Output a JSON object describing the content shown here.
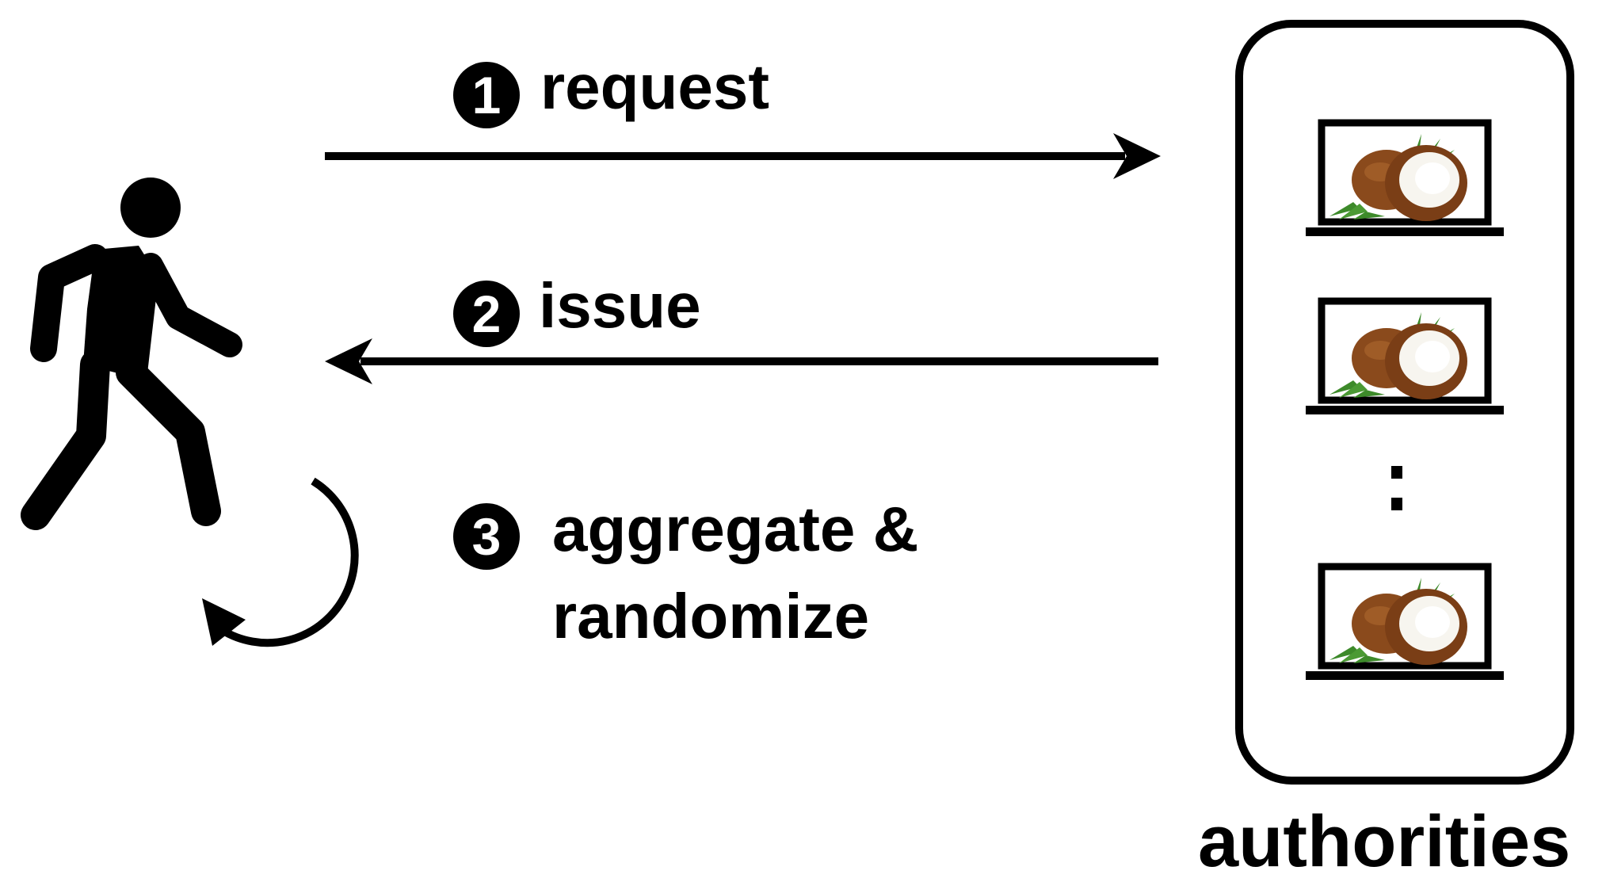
{
  "steps": [
    {
      "number": "1",
      "label": "request"
    },
    {
      "number": "2",
      "label": "issue"
    },
    {
      "number": "3",
      "label_line1": "aggregate &",
      "label_line2": "randomize"
    }
  ],
  "authorities": {
    "label": "authorities",
    "laptop_icon": "laptop-with-coconut-icon",
    "ellipsis": "vertical-ellipsis"
  },
  "icons": {
    "user": "walking-person-icon",
    "request_arrow": "arrow-right-icon",
    "issue_arrow": "arrow-left-icon",
    "loop_arrow": "circular-arrow-icon"
  },
  "colors": {
    "stroke": "#000000",
    "background": "#ffffff",
    "coconut_husk": "#8a4a1c",
    "coconut_flesh": "#f7f5ef",
    "palm_leaf": "#3d8a2a"
  }
}
